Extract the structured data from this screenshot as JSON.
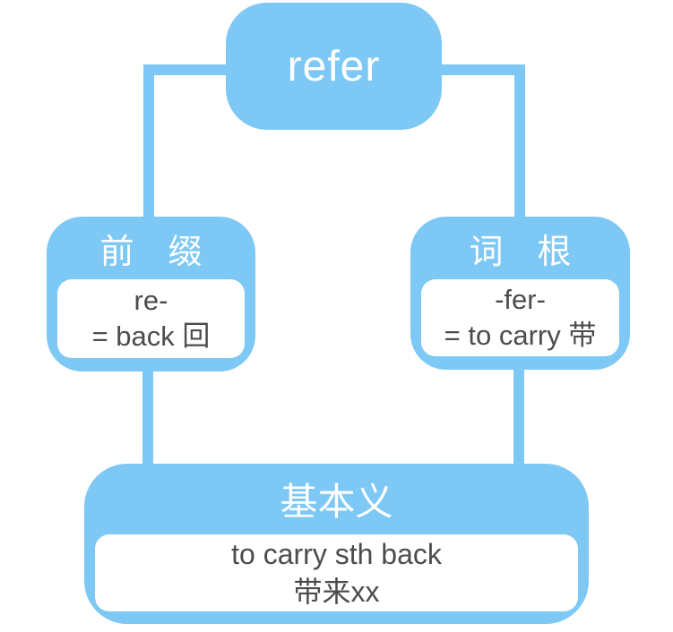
{
  "diagram": {
    "colors": {
      "node_blue": "#7dc8f4",
      "text_white": "#ffffff",
      "text_dark": "#4c4c4c",
      "background": "#ffffff"
    },
    "nodes": {
      "word": {
        "label": "refer"
      },
      "prefix": {
        "title": "前　缀",
        "line1": "re-",
        "line2": "= back 回"
      },
      "root": {
        "title": "词　根",
        "line1": "-fer-",
        "line2": "= to carry 带"
      },
      "meaning": {
        "title": "基本义",
        "line1": "to carry sth back",
        "line2": "带来xx"
      }
    }
  }
}
